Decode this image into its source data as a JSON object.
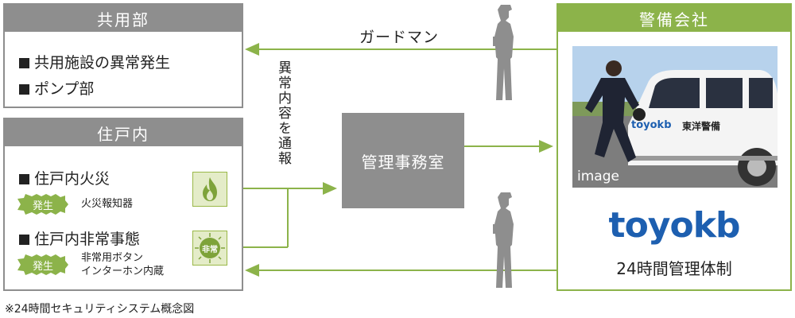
{
  "common_area": {
    "header": "共用部",
    "items": [
      "共用施設の異常発生",
      "ポンプ部"
    ]
  },
  "residence": {
    "header": "住戸内",
    "fire": {
      "label": "住戸内火災",
      "badge": "発生",
      "detail": "火災報知器"
    },
    "emergency": {
      "label": "住戸内非常事態",
      "badge": "発生",
      "detail_line1": "非常用ボタン",
      "detail_line2": "インターホン内蔵",
      "icon_text": "非常"
    }
  },
  "vertical_label": "異常内容を通報",
  "control_room": "管理事務室",
  "guard_label": "ガードマン",
  "security_company": {
    "header": "警備会社",
    "image_label": "image",
    "car_brand": "toyokb",
    "car_company": "東洋警備",
    "brand": "toyokb",
    "subtitle": "24時間管理体制"
  },
  "footnote": "※24時間セキュリティシステム概念図",
  "colors": {
    "gray": "#8e8e8e",
    "green": "#8cb34a",
    "brand_blue": "#1d5fb0"
  }
}
